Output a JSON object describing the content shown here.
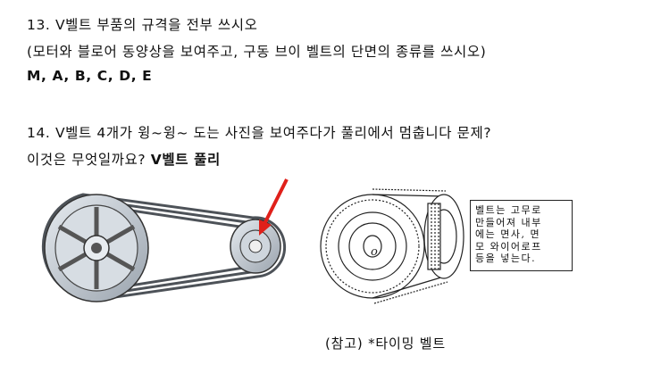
{
  "q13": {
    "title": "13. V벨트 부품의 규격을 전부 쓰시오",
    "instruction": "(모터와 블로어 동양상을 보여주고, 구동 브이 벨트의 단면의 종류를 쓰시오)",
    "answer": "M, A, B, C, D, E"
  },
  "q14": {
    "line1": "14. V벨트 4개가 윙~윙~ 도는 사진을 보여주다가 풀리에서 멈춥니다 문제?",
    "line2_prefix": "이것은 무엇일까요? ",
    "line2_answer": "V벨트 풀리"
  },
  "figure_note": {
    "lines": [
      "벨트는 고무로",
      "만들어져 내부",
      "에는 면사, 면",
      "모 와이어로프",
      "등을 넣는다."
    ]
  },
  "caption": "(참고) *타이밍 벨트",
  "colors": {
    "arrow": "#e0201a",
    "pulley_fill": "#c9d0d8",
    "belt": "#555a60"
  }
}
